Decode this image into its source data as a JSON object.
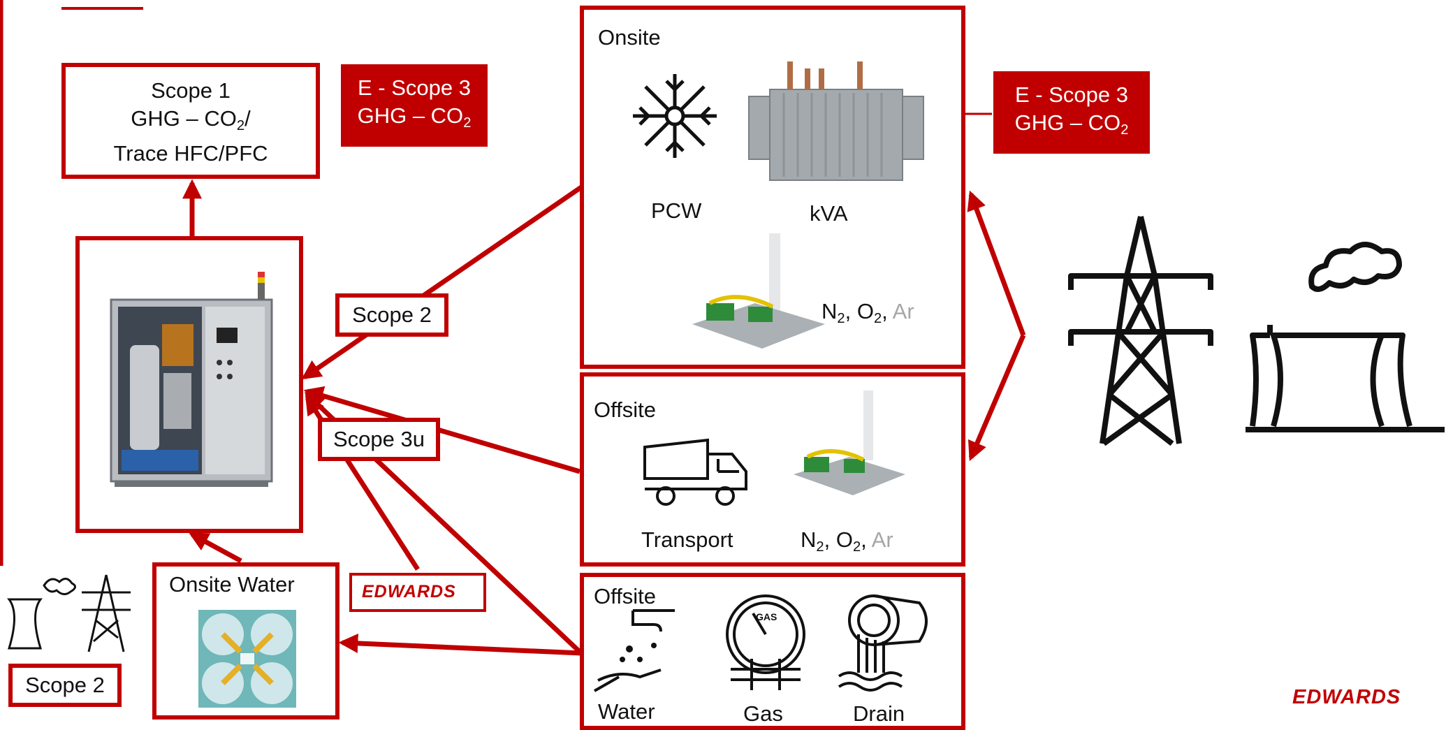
{
  "scope1": {
    "line1": "Scope 1",
    "line2_pre": "GHG – CO",
    "line2_sub": "2",
    "line2_post": "/",
    "line3": "Trace HFC/PFC"
  },
  "e_scope3_left": {
    "line1": "E - Scope 3",
    "line2_pre": "GHG – CO",
    "line2_sub": "2"
  },
  "e_scope3_right": {
    "line1": "E - Scope 3",
    "line2_pre": "GHG – CO",
    "line2_sub": "2"
  },
  "onsite": {
    "title": "Onsite",
    "pcw": "PCW",
    "kva": "kVA",
    "gases": {
      "n": "N",
      "n_sub": "2",
      "sep1": ", O",
      "o_sub": "2",
      "sep2": ", ",
      "ar": "Ar"
    }
  },
  "offsite_transport": {
    "title": "Offsite",
    "transport": "Transport",
    "gases": {
      "n": "N",
      "n_sub": "2",
      "sep1": ", O",
      "o_sub": "2",
      "sep2": ", ",
      "ar": "Ar"
    }
  },
  "offsite_utilities": {
    "title": "Offsite",
    "water": "Water",
    "gas": "Gas",
    "drain": "Drain",
    "gauge_text": "GAS"
  },
  "scope2_label": "Scope 2",
  "scope3u_label": "Scope 3u",
  "onsite_water": {
    "title": "Onsite Water"
  },
  "scope2_bottom": "Scope 2",
  "logo_text": "EDWARDS",
  "colors": {
    "accent": "#c00000",
    "ar_gray": "#a6a6a6"
  }
}
